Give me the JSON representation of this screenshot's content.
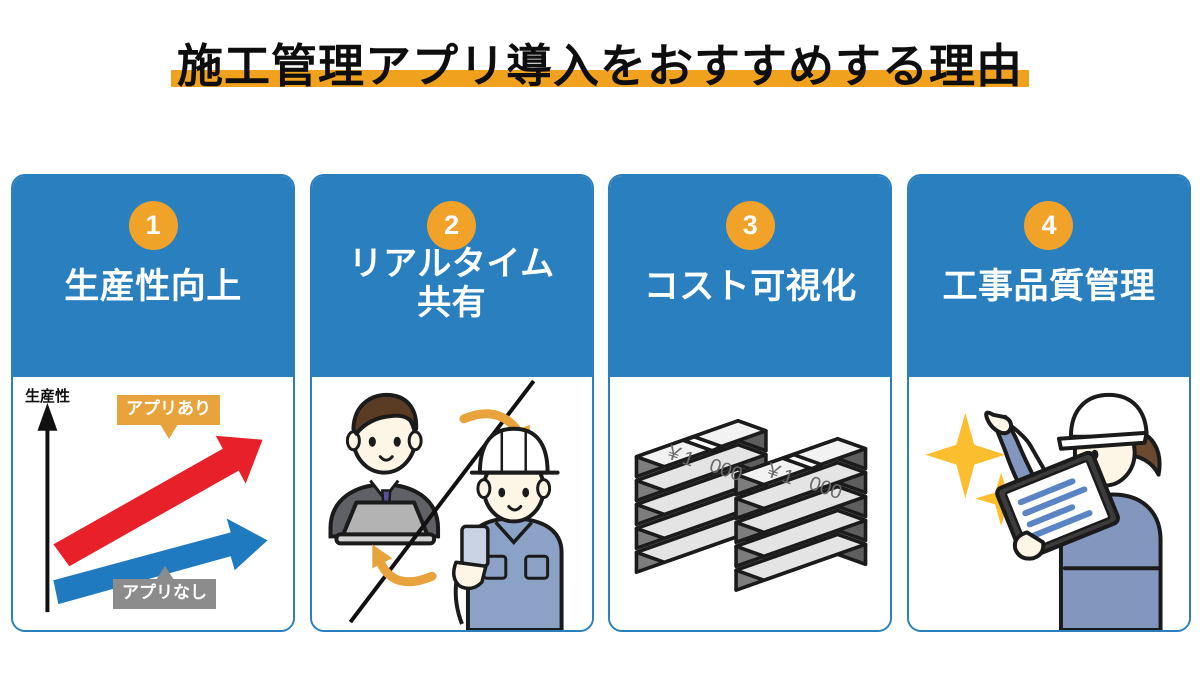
{
  "header": {
    "title": "施工管理アプリ導入をおすすめする理由",
    "underline_color": "#F0A21F",
    "title_color": "#0e0e0e"
  },
  "theme": {
    "card_blue": "#2A7FBF",
    "badge_orange": "#F0A229",
    "accent_orange": "#E8A33D",
    "gray": "#8C8C8C",
    "red_arrow": "#E8202A",
    "blue_arrow": "#1F7ABF",
    "background": "#FFFFFF"
  },
  "cards": [
    {
      "number": "1",
      "title": "生産性向上",
      "two_line": false,
      "illustration": "productivity-growth-chart",
      "chart": {
        "axis_label": "生産性",
        "tag_with_app": "アプリあり",
        "tag_without_app": "アプリなし"
      }
    },
    {
      "number": "2",
      "title": "リアルタイム\n共有",
      "title_line1": "リアルタイム",
      "title_line2": "共有",
      "two_line": true,
      "illustration": "office-worker-and-field-worker-sharing"
    },
    {
      "number": "3",
      "title": "コスト可視化",
      "two_line": false,
      "illustration": "money-bundles-stacks",
      "money": {
        "note_label_yen": "￥1",
        "note_label_amount": "000"
      }
    },
    {
      "number": "4",
      "title": "工事品質管理",
      "two_line": false,
      "illustration": "worker-with-tablet-and-sparkles"
    }
  ],
  "chart_data": {
    "type": "line",
    "title": "生産性向上",
    "ylabel": "生産性",
    "xlabel": "",
    "grid": false,
    "legend_position": "inline-tags",
    "series": [
      {
        "name": "アプリあり",
        "color": "#E8202A",
        "x": [
          0,
          1
        ],
        "values": [
          20,
          82
        ]
      },
      {
        "name": "アプリなし",
        "color": "#1F7ABF",
        "x": [
          0,
          1
        ],
        "values": [
          10,
          34
        ]
      }
    ],
    "ylim": [
      0,
      100
    ],
    "xlim": [
      0,
      1
    ]
  }
}
